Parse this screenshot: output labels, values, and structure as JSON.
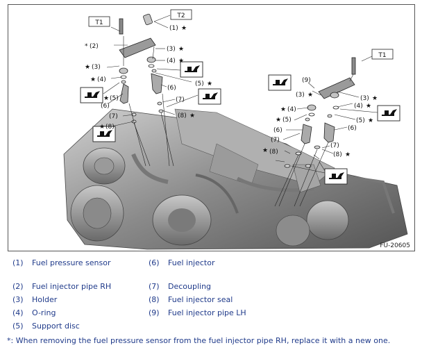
{
  "figure": {
    "id": "FU-20605",
    "tags": {
      "t1": "T1",
      "t2": "T2"
    },
    "callouts": {
      "c1": "(1)",
      "c2": "(2)",
      "c3": "(3)",
      "c4": "(4)",
      "c5": "(5)",
      "c6": "(6)",
      "c7": "(7)",
      "c8": "(8)",
      "c9": "(9)"
    },
    "marks": {
      "star": "★",
      "asterisk": "*"
    }
  },
  "legend": [
    {
      "num": "(1)",
      "label": "Fuel pressure sensor"
    },
    {
      "num": "(2)",
      "label": "Fuel injector pipe RH"
    },
    {
      "num": "(3)",
      "label": "Holder"
    },
    {
      "num": "(4)",
      "label": "O-ring"
    },
    {
      "num": "(5)",
      "label": "Support disc"
    },
    {
      "num": "(6)",
      "label": "Fuel injector"
    },
    {
      "num": "(7)",
      "label": "Decoupling"
    },
    {
      "num": "(8)",
      "label": "Fuel injector seal"
    },
    {
      "num": "(9)",
      "label": "Fuel injector pipe LH"
    }
  ],
  "footnote": "*: When removing the fuel pressure sensor from the fuel injector pipe RH, replace it with a new one.",
  "colors": {
    "text": "#1f3a8a",
    "engine_dark": "#6e6e6e",
    "engine_light": "#bdbdbd"
  }
}
